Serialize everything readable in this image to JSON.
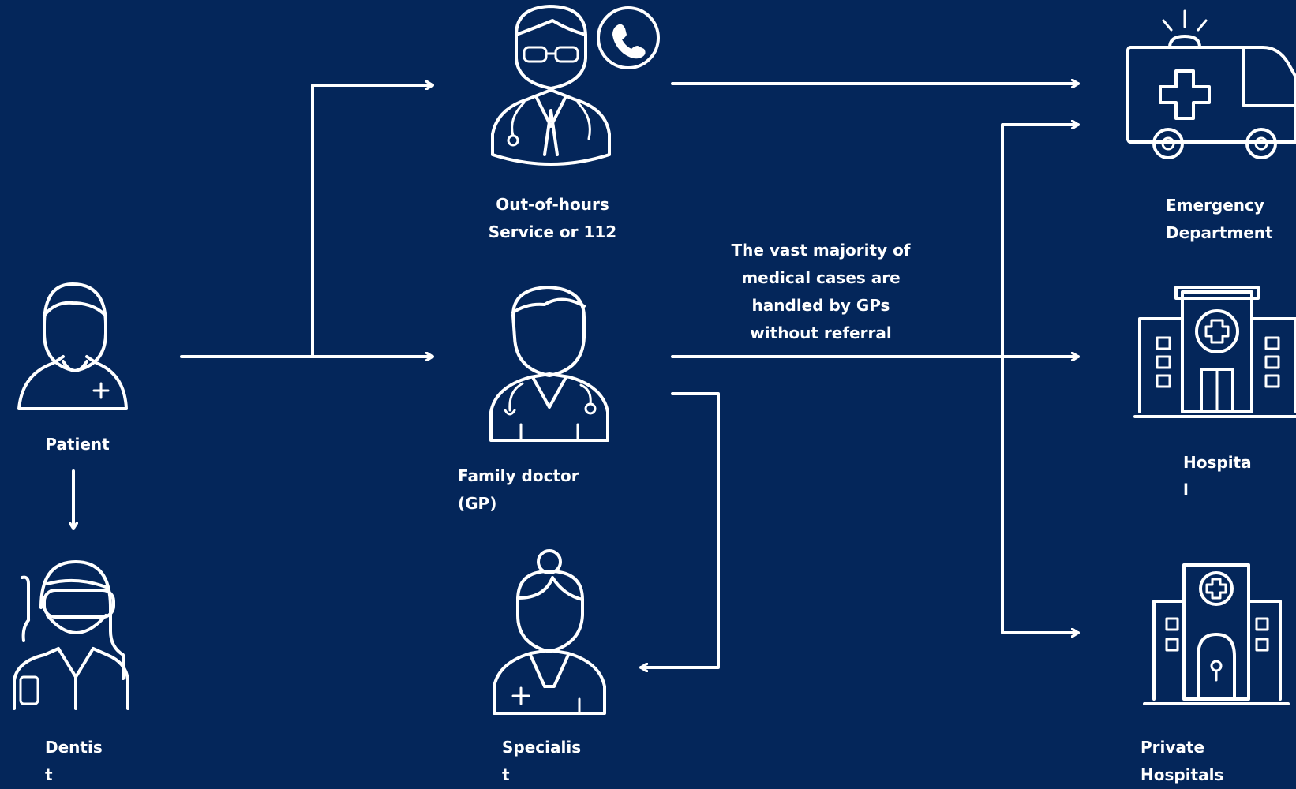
{
  "nodes": {
    "patient": {
      "label": "Patient",
      "icon": "patient-icon"
    },
    "dentist": {
      "line1": "Dentis",
      "line2": "t",
      "icon": "dentist-icon"
    },
    "out_of_hours": {
      "line1": "Out-of-hours",
      "line2": "Service or 112",
      "icon": "doctor-phone-icon"
    },
    "family_doctor": {
      "line1": "Family doctor",
      "line2": "(GP)",
      "icon": "family-doctor-icon"
    },
    "specialist": {
      "line1": "Specialis",
      "line2": "t",
      "icon": "specialist-icon"
    },
    "emergency": {
      "line1": "Emergency",
      "line2": "Department",
      "icon": "ambulance-icon"
    },
    "hospital": {
      "line1": "Hospita",
      "line2": "l",
      "icon": "hospital-icon"
    },
    "private_hospitals": {
      "line1": "Private",
      "line2": "Hospitals",
      "icon": "private-hospital-icon"
    }
  },
  "annotation": {
    "line1": "The vast majority of",
    "line2": "medical cases are",
    "line3": "handled by GPs",
    "line4": "without referral"
  },
  "colors": {
    "background": "#04265a",
    "foreground": "#ffffff"
  }
}
